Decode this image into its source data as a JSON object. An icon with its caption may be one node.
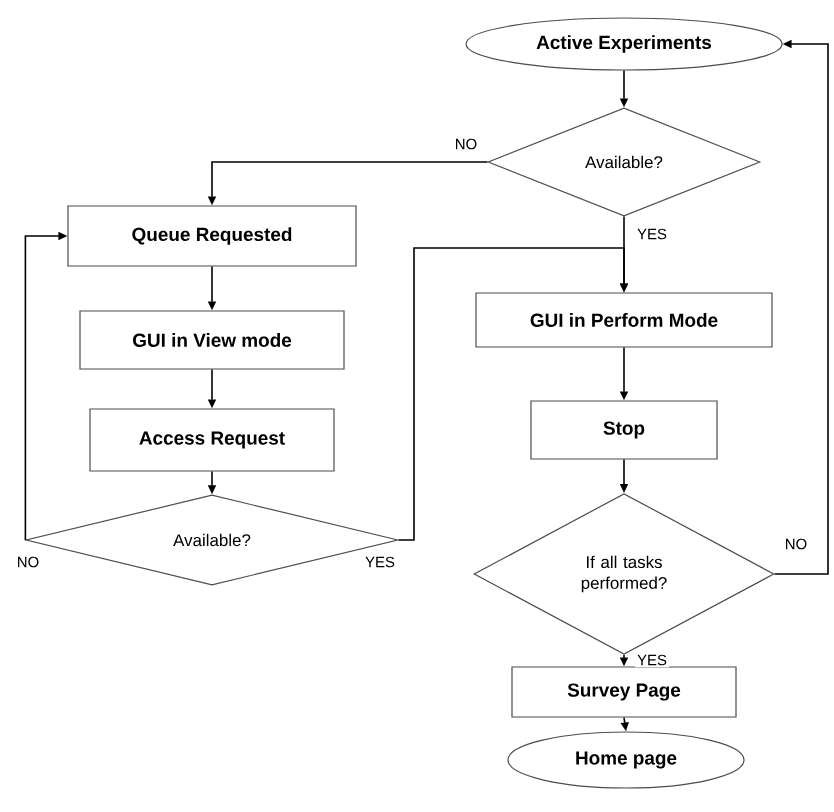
{
  "diagram": {
    "nodes": [
      {
        "text": [
          "Active Experiments"
        ]
      },
      {
        "text": [
          "Available?"
        ]
      },
      {
        "text": [
          "Queue Requested"
        ]
      },
      {
        "text": [
          "GUI in View mode"
        ]
      },
      {
        "text": [
          "Access Request"
        ]
      },
      {
        "text": [
          "Available?"
        ]
      },
      {
        "text": [
          "GUI in Perform Mode"
        ]
      },
      {
        "text": [
          "Stop"
        ]
      },
      {
        "text": [
          "If all tasks performed?"
        ]
      },
      {
        "text": [
          "Survey Page"
        ]
      },
      {
        "text": [
          "Home page"
        ]
      }
    ],
    "edges": [
      {
        "from": 0,
        "to": 1,
        "arrow": "to"
      },
      {
        "from": 1,
        "to": 2,
        "arrow": "to",
        "label": "NO"
      },
      {
        "from": 1,
        "to": 6,
        "arrow": "to",
        "label": "YES"
      },
      {
        "from": 2,
        "to": 3,
        "arrow": "to"
      },
      {
        "from": 3,
        "to": 4,
        "arrow": "to"
      },
      {
        "from": 4,
        "to": 5,
        "arrow": "to"
      },
      {
        "from": 5,
        "to": 2,
        "arrow": "to",
        "label": "NO"
      },
      {
        "from": 5,
        "to": 6,
        "arrow": "to",
        "label": "YES"
      },
      {
        "from": 6,
        "to": 7,
        "arrow": "to"
      },
      {
        "from": 7,
        "to": 8,
        "arrow": "to"
      },
      {
        "from": 8,
        "to": 0,
        "arrow": "to",
        "label": "NO"
      },
      {
        "from": 8,
        "to": 9,
        "arrow": "to",
        "label": "YES"
      },
      {
        "from": 9,
        "to": 10,
        "arrow": "to"
      }
    ]
  }
}
